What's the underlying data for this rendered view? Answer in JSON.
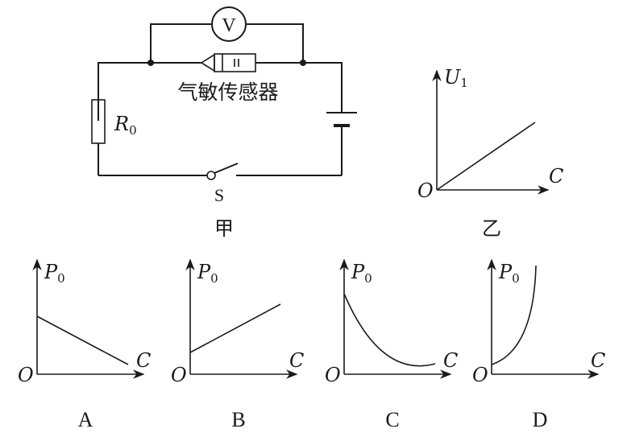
{
  "circuit": {
    "voltmeter_symbol": "V",
    "sensor_label": "气敏传感器",
    "resistor_label": "R",
    "resistor_subscript": "0",
    "switch_label": "S",
    "figure_label": "甲"
  },
  "graph_yi": {
    "y_axis_label": "U",
    "y_axis_subscript": "1",
    "x_axis_label": "C",
    "origin_label": "O",
    "figure_label": "乙"
  },
  "options": [
    {
      "letter": "A",
      "y_axis_label": "P",
      "y_axis_subscript": "0",
      "x_axis_label": "C",
      "origin_label": "O",
      "curve": "decreasing-line"
    },
    {
      "letter": "B",
      "y_axis_label": "P",
      "y_axis_subscript": "0",
      "x_axis_label": "C",
      "origin_label": "O",
      "curve": "increasing-line-with-intercept"
    },
    {
      "letter": "C",
      "y_axis_label": "P",
      "y_axis_subscript": "0",
      "x_axis_label": "C",
      "origin_label": "O",
      "curve": "decreasing-concave-curve"
    },
    {
      "letter": "D",
      "y_axis_label": "P",
      "y_axis_subscript": "0",
      "x_axis_label": "C",
      "origin_label": "O",
      "curve": "increasing-convex-curve"
    }
  ]
}
